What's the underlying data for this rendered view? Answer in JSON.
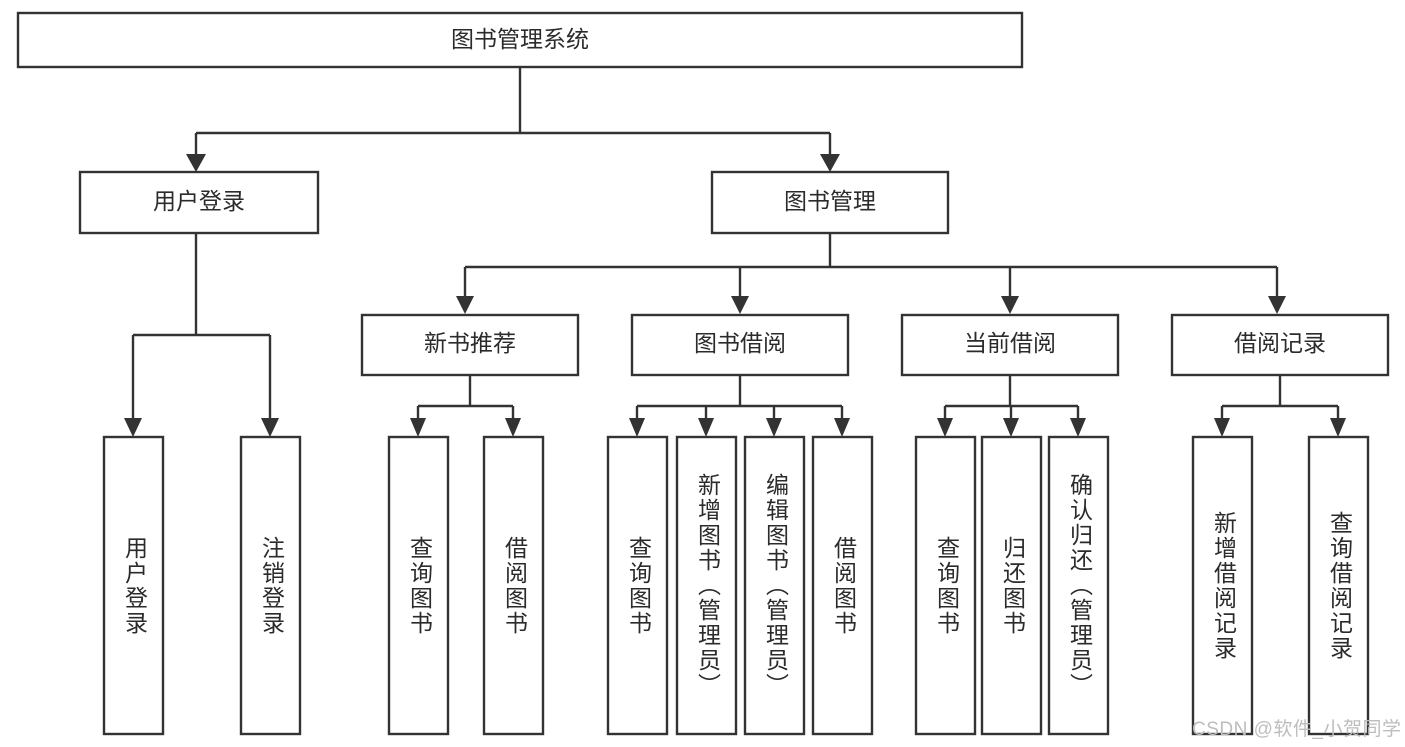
{
  "diagram": {
    "type": "tree-hierarchy-chart",
    "title": "图书管理系统",
    "orientation": "top-down",
    "colors": {
      "box_stroke": "#333333",
      "box_fill": "#ffffff",
      "text": "#2b2b2b",
      "background": "#ffffff",
      "watermark": "#bdbdbd"
    },
    "nodes": {
      "root": {
        "label": "图书管理系统",
        "level": 0
      },
      "level1": [
        {
          "id": "user-login",
          "label": "用户登录"
        },
        {
          "id": "book-manage",
          "label": "图书管理"
        }
      ],
      "level2": [
        {
          "id": "new-book-recommend",
          "label": "新书推荐",
          "parent": "book-manage"
        },
        {
          "id": "book-borrow",
          "label": "图书借阅",
          "parent": "book-manage"
        },
        {
          "id": "current-borrow",
          "label": "当前借阅",
          "parent": "book-manage"
        },
        {
          "id": "borrow-record",
          "label": "借阅记录",
          "parent": "book-manage"
        }
      ],
      "leaves": [
        {
          "id": "leaf-user-login",
          "label": "用户登录",
          "parent": "user-login"
        },
        {
          "id": "leaf-user-logout",
          "label": "注销登录",
          "parent": "user-login"
        },
        {
          "id": "leaf-query-book-1",
          "label": "查询图书",
          "parent": "new-book-recommend"
        },
        {
          "id": "leaf-borrow-book-1",
          "label": "借阅图书",
          "parent": "new-book-recommend"
        },
        {
          "id": "leaf-query-book-2",
          "label": "查询图书",
          "parent": "book-borrow"
        },
        {
          "id": "leaf-add-book",
          "label": "新增图书（管理员）",
          "parent": "book-borrow"
        },
        {
          "id": "leaf-edit-book",
          "label": "编辑图书（管理员）",
          "parent": "book-borrow"
        },
        {
          "id": "leaf-borrow-book-2",
          "label": "借阅图书",
          "parent": "book-borrow"
        },
        {
          "id": "leaf-query-book-3",
          "label": "查询图书",
          "parent": "current-borrow"
        },
        {
          "id": "leaf-return-book",
          "label": "归还图书",
          "parent": "current-borrow"
        },
        {
          "id": "leaf-confirm-return",
          "label": "确认归还（管理员）",
          "parent": "current-borrow"
        },
        {
          "id": "leaf-add-record",
          "label": "新增借阅记录",
          "parent": "borrow-record"
        },
        {
          "id": "leaf-query-record",
          "label": "查询借阅记录",
          "parent": "borrow-record"
        }
      ]
    }
  },
  "watermark": {
    "text": "CSDN @软件_小贺同学"
  }
}
